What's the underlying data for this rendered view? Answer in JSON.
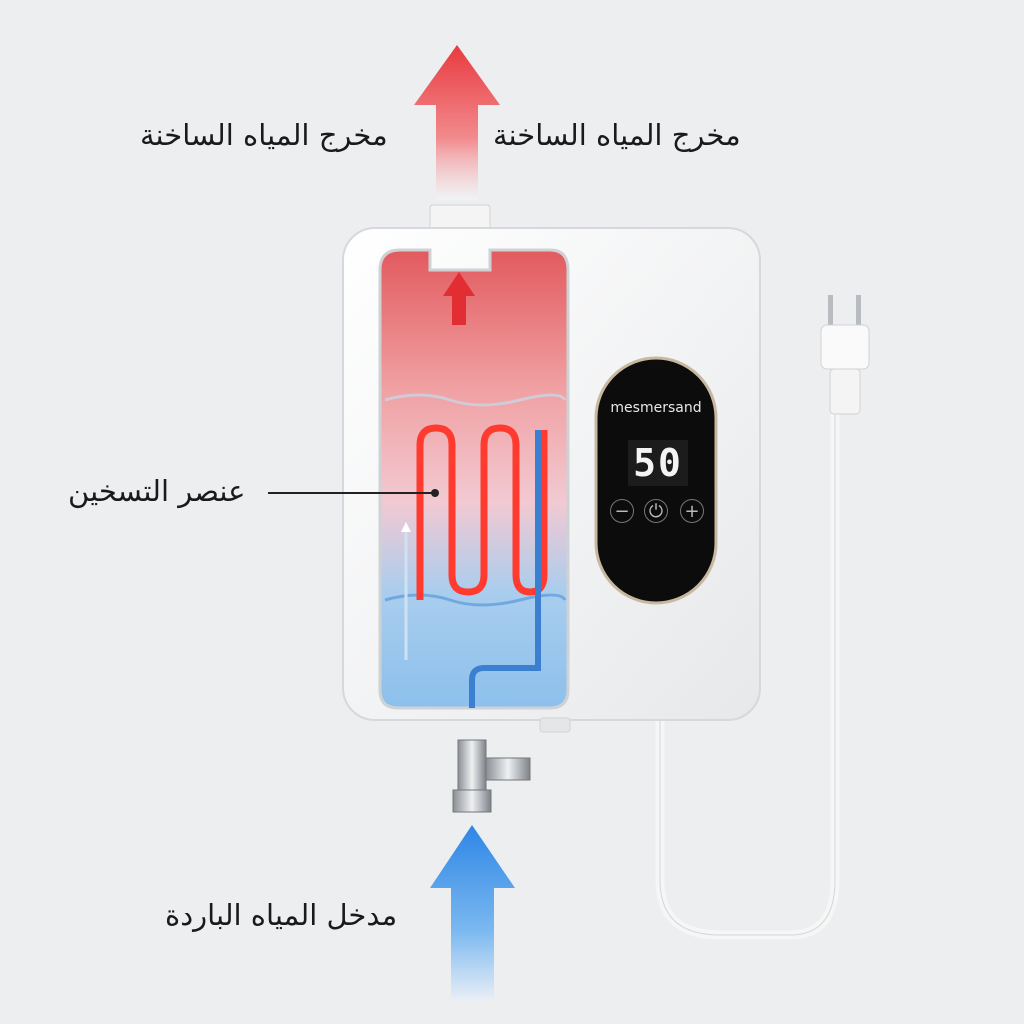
{
  "labels": {
    "hot_outlet_left": "مخرج المياه الساخنة",
    "hot_outlet_right": "مخرج المياه الساخنة",
    "heating_element": "عنصر التسخين",
    "cold_inlet": "مدخل المياه الباردة"
  },
  "device": {
    "brand": "mesmersand",
    "temperature_display": "50",
    "buttons": {
      "minus": "−",
      "power": "⏻",
      "plus": "+"
    }
  },
  "colors": {
    "hot": "#e8454a",
    "cold": "#3f8fe0",
    "coil": "#ff3a2e",
    "background": "#eceef0"
  }
}
